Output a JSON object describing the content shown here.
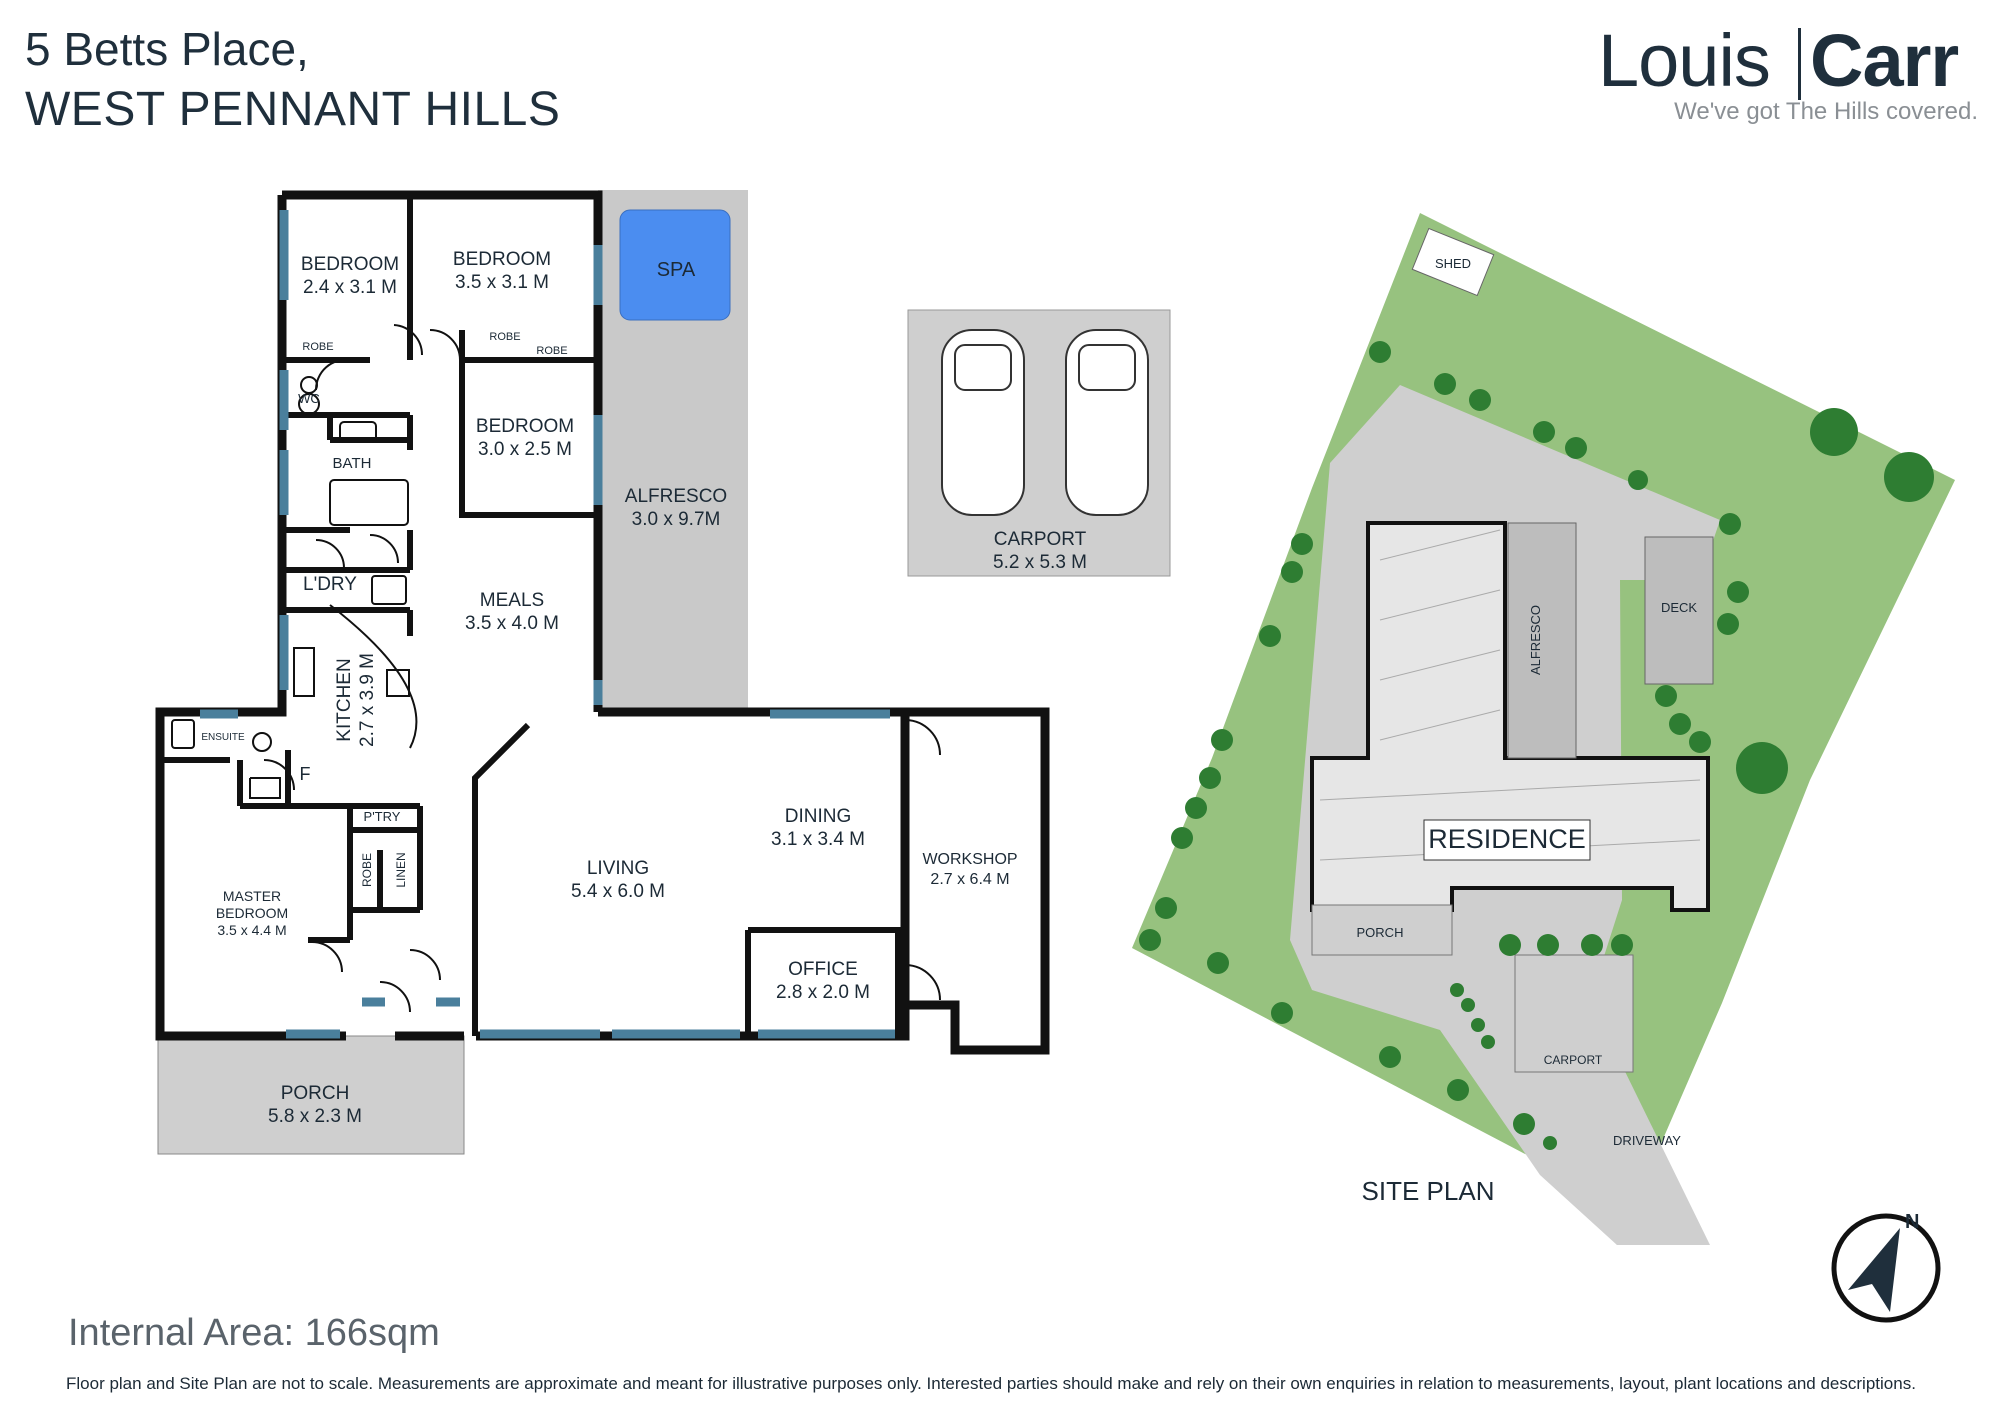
{
  "address": {
    "line1": "5 Betts Place,",
    "line2": "WEST PENNANT HILLS"
  },
  "logo": {
    "louis": "Louis",
    "carr": "Carr",
    "tagline": "We've got The Hills covered."
  },
  "floor_plan": {
    "rooms": {
      "bed1": {
        "name": "BEDROOM",
        "dims": "2.4 x 3.1 M"
      },
      "bed2": {
        "name": "BEDROOM",
        "dims": "3.5 x 3.1 M"
      },
      "bed3": {
        "name": "BEDROOM",
        "dims": "3.0 x 2.5 M"
      },
      "spa": {
        "name": "SPA"
      },
      "alfresco": {
        "name": "ALFRESCO",
        "dims": "3.0 x 9.7M"
      },
      "robe": "ROBE",
      "wc": "WC",
      "bath": "BATH",
      "ldry": "L'DRY",
      "meals": {
        "name": "MEALS",
        "dims": "3.5 x 4.0 M"
      },
      "kitchen": {
        "name": "KITCHEN",
        "dims": "2.7 x 3.9 M"
      },
      "ensuite": "ENSUITE",
      "fridge": "F",
      "ptry": "P'TRY",
      "linen": "LINEN",
      "master": {
        "name1": "MASTER",
        "name2": "BEDROOM",
        "dims": "3.5 x 4.4 M"
      },
      "living": {
        "name": "LIVING",
        "dims": "5.4 x 6.0 M"
      },
      "dining": {
        "name": "DINING",
        "dims": "3.1 x 3.4 M"
      },
      "office": {
        "name": "OFFICE",
        "dims": "2.8 x 2.0 M"
      },
      "workshop": {
        "name": "WORKSHOP",
        "dims": "2.7 x 6.4 M"
      },
      "porch": {
        "name": "PORCH",
        "dims": "5.8 x 2.3 M"
      },
      "carport": {
        "name": "CARPORT",
        "dims": "5.2 x 5.3 M"
      }
    }
  },
  "site_plan": {
    "title": "SITE PLAN",
    "labels": {
      "shed": "SHED",
      "alfresco": "ALFRESCO",
      "deck": "DECK",
      "residence": "RESIDENCE",
      "porch": "PORCH",
      "carport": "CARPORT",
      "driveway": "DRIVEWAY"
    },
    "north": "N"
  },
  "internal_area": "Internal Area: 166sqm",
  "disclaimer": "Floor plan and Site Plan are not to scale. Measurements are approximate and meant for illustrative purposes only.  Interested parties should make and rely on their own enquiries in relation to measurements, layout, plant locations and descriptions.",
  "colors": {
    "wall": "#111111",
    "window": "#4a7f9c",
    "alfresco": "#c9c9c9",
    "spa": "#4b8df0",
    "lawn": "#97c27f",
    "paving": "#cfcfcf",
    "tree": "#2e7d32"
  }
}
